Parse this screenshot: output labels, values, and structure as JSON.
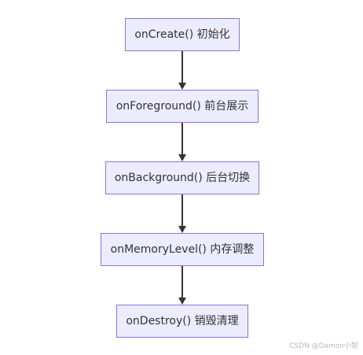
{
  "diagram": {
    "type": "flowchart",
    "direction": "top-to-bottom",
    "colors": {
      "node_fill": "#ececff",
      "node_border": "#9370db",
      "text": "#333333",
      "edge": "#333333"
    },
    "nodes": [
      {
        "id": "n1",
        "label": "onCreate() 初始化"
      },
      {
        "id": "n2",
        "label": "onForeground() 前台展示"
      },
      {
        "id": "n3",
        "label": "onBackground() 后台切换"
      },
      {
        "id": "n4",
        "label": "onMemoryLevel() 内存调整"
      },
      {
        "id": "n5",
        "label": "onDestroy() 销毁清理"
      }
    ],
    "edges": [
      {
        "from": "n1",
        "to": "n2"
      },
      {
        "from": "n2",
        "to": "n3"
      },
      {
        "from": "n3",
        "to": "n4"
      },
      {
        "from": "n4",
        "to": "n5"
      }
    ]
  },
  "watermark": "CSDN @Damon小智"
}
